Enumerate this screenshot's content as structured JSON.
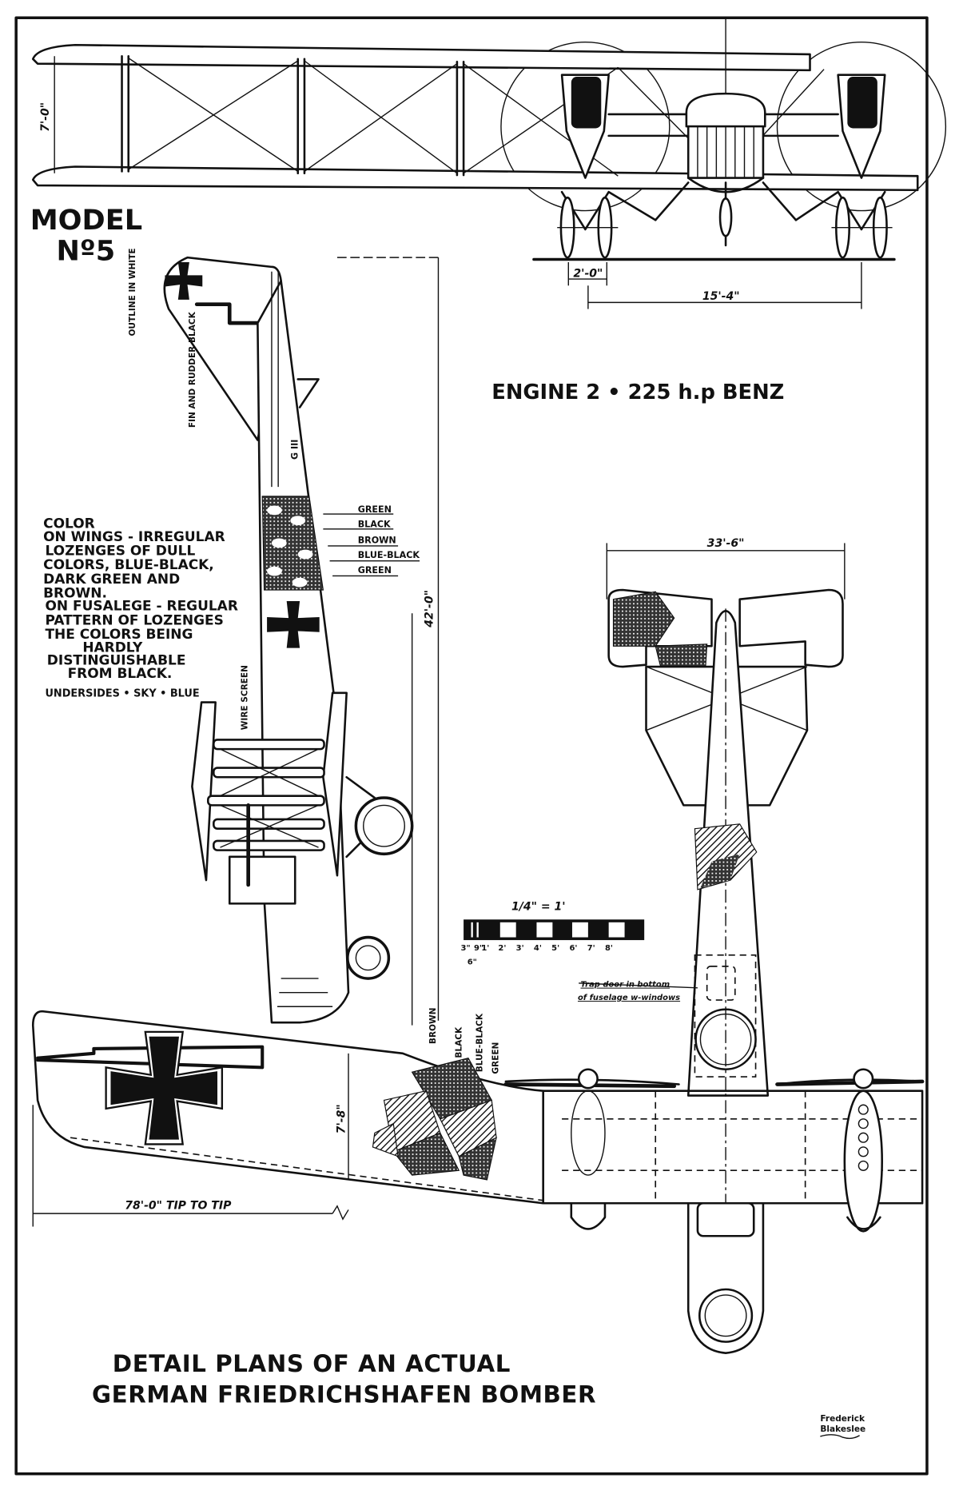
{
  "header": {
    "model_line1": "MODEL",
    "model_line2": "Nº5",
    "engine": "ENGINE  2 • 225 h.p BENZ"
  },
  "front_view": {
    "gap_dimension": "7'-0\"",
    "wheel_dimension": "2'-0\"",
    "track_dimension": "15'-4\""
  },
  "side_view": {
    "outline_note": "OUTLINE IN WHITE",
    "fin_note": "FIN AND RUDDER BLACK",
    "serial": "G III",
    "length_dimension": "42'-0\"",
    "wire_screen_note": "WIRE SCREEN",
    "fuselage_colors": [
      "GREEN",
      "BLACK",
      "BROWN",
      "BLUE-BLACK",
      "GREEN"
    ]
  },
  "color_notes": [
    "COLOR",
    "ON WINGS - IRREGULAR",
    "LOZENGES OF DULL",
    "COLORS, BLUE-BLACK,",
    "DARK GREEN AND",
    "BROWN.",
    "ON FUSALEGE - REGULAR",
    "PATTERN OF LOZENGES",
    "THE COLORS BEING",
    "HARDLY",
    "DISTINGUISHABLE",
    "FROM BLACK.",
    "UNDERSIDES • SKY • BLUE"
  ],
  "plan_view": {
    "tailplane_span": "33'-6\"",
    "chord_dimension": "7'-8\"",
    "span_dimension": "78'-0\"  TIP TO TIP",
    "trap_door_note_line1": "Trap door in bottom",
    "trap_door_note_line2": "of fuselage  w-windows",
    "wing_colors": [
      "BROWN",
      "BLACK",
      "BLUE-BLACK",
      "GREEN"
    ]
  },
  "scale_bar": {
    "title": "1/4\" = 1'",
    "labels": [
      "3\"",
      "6\"",
      "9\"",
      "1'",
      "2'",
      "3'",
      "4'",
      "5'",
      "6'",
      "7'",
      "8'"
    ]
  },
  "footer": {
    "title_line1": "DETAIL PLANS OF AN ACTUAL",
    "title_line2": "GERMAN FRIEDRICHSHAFEN BOMBER",
    "signature_line1": "Frederick",
    "signature_line2": "Blakeslee"
  }
}
